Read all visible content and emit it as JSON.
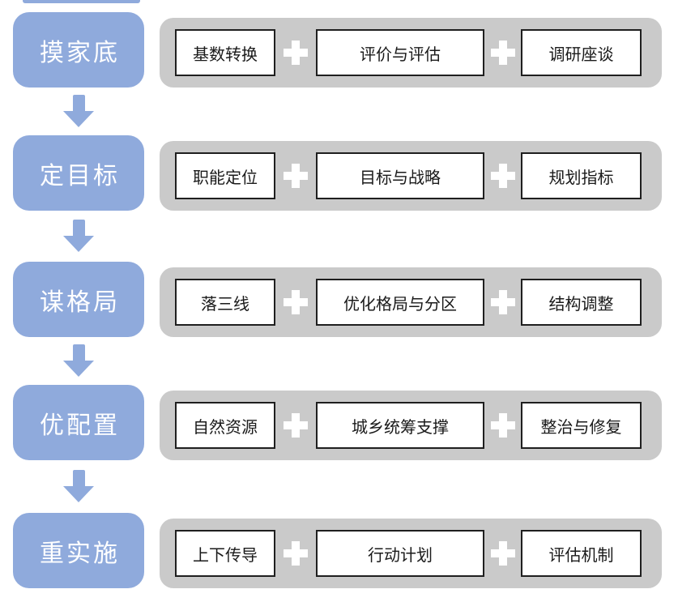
{
  "diagram": {
    "title": "territorial-planning-workflow",
    "connector_symbol": "+",
    "rows": [
      {
        "stage": "摸家底",
        "steps": [
          "基数转换",
          "评价与评估",
          "调研座谈"
        ]
      },
      {
        "stage": "定目标",
        "steps": [
          "职能定位",
          "目标与战略",
          "规划指标"
        ]
      },
      {
        "stage": "谋格局",
        "steps": [
          "落三线",
          "优化格局与分区",
          "结构调整"
        ]
      },
      {
        "stage": "优配置",
        "steps": [
          "自然资源",
          "城乡统筹支撑",
          "整治与修复"
        ]
      },
      {
        "stage": "重实施",
        "steps": [
          "上下传导",
          "行动计划",
          "评估机制"
        ]
      }
    ],
    "icons": {
      "plus": "plus-icon",
      "arrow": "down-arrow-icon"
    },
    "colors": {
      "stage_fill": "#8FAADC",
      "stage_text": "#FFFFFF",
      "bar_fill": "#CACACA",
      "step_fill": "#FFFFFF",
      "step_border": "#1F1F1F",
      "step_text": "#1A1A1A",
      "background": "#FFFFFF"
    }
  }
}
